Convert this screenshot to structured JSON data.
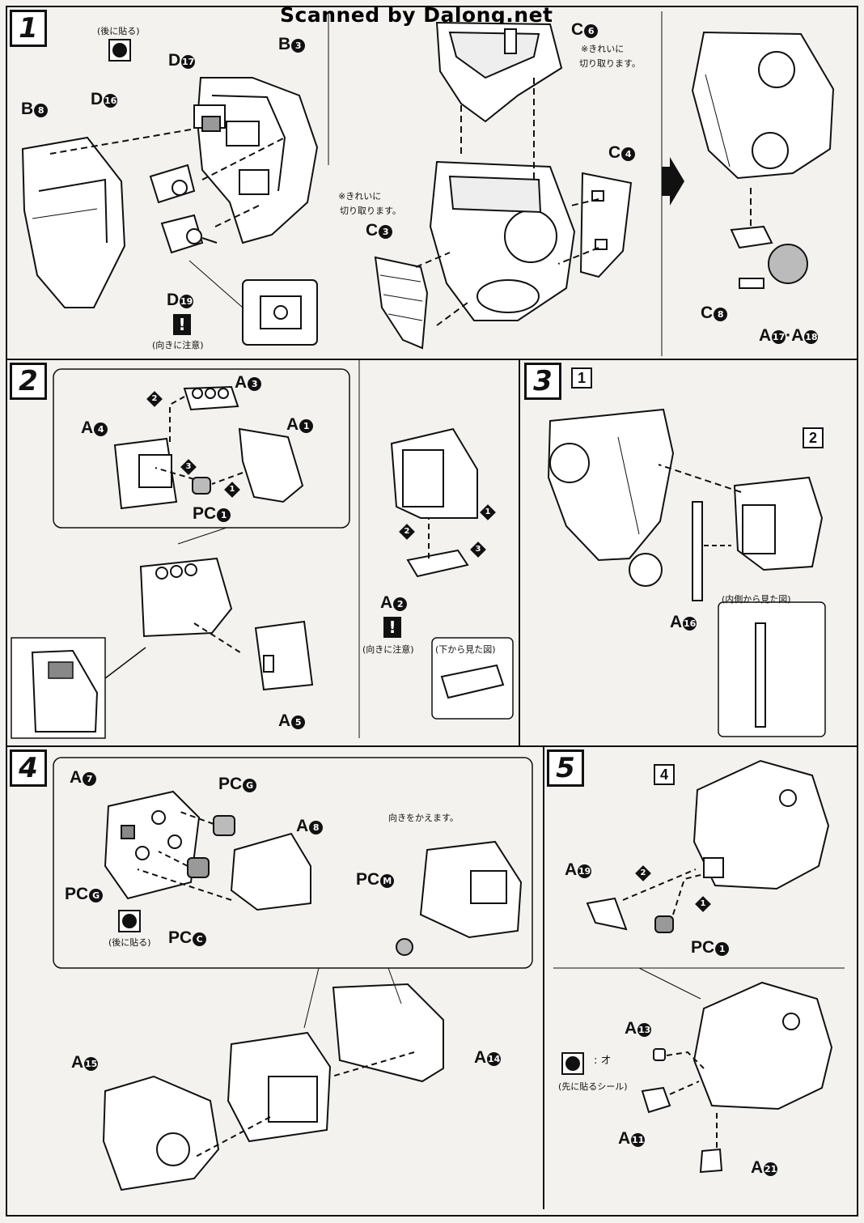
{
  "watermark": "Scanned by Dalong.net",
  "steps": {
    "s1": "1",
    "s2": "2",
    "s3": "3",
    "s4": "4",
    "s5": "5"
  },
  "step1": {
    "b3": "B",
    "b3n": "3",
    "b8": "B",
    "b8n": "8",
    "d16": "D",
    "d16n": "16",
    "d17": "D",
    "d17n": "17",
    "d19": "D",
    "d19n": "19",
    "c6": "C",
    "c6n": "6",
    "c3": "C",
    "c3n": "3",
    "c4": "C",
    "c4n": "4",
    "c8": "C",
    "c8n": "8",
    "a17a18": "A",
    "a17n": "17",
    "a18n": "18",
    "note_cut_1a": "※きれいに",
    "note_cut_1b": "切り取ります。",
    "note_cut_2a": "※きれいに",
    "note_cut_2b": "切り取ります。",
    "note_paint": "(後に貼る)",
    "note_direction": "(向きに注意)"
  },
  "step2": {
    "a3": "A",
    "a3n": "3",
    "a4": "A",
    "a4n": "4",
    "a1": "A",
    "a1n": "1",
    "pc1": "PC",
    "pc1n": "1",
    "a2": "A",
    "a2n": "2",
    "a5": "A",
    "a5n": "5",
    "note_direction": "(向きに注意)",
    "note_bottom": "(下から見た図)",
    "order": [
      "1",
      "2",
      "3"
    ]
  },
  "step3": {
    "ref1": "1",
    "ref2": "2",
    "a16": "A",
    "a16n": "16",
    "note_inside": "(内側から見た図)"
  },
  "step4": {
    "a7": "A",
    "a7n": "7",
    "a8": "A",
    "a8n": "8",
    "pcg_top": "PC",
    "pcg_topn": "G",
    "pcg": "PC",
    "pcgn": "G",
    "pcc": "PC",
    "pccn": "C",
    "pcm": "PC",
    "pcmn": "M",
    "a14": "A",
    "a14n": "14",
    "a15": "A",
    "a15n": "15",
    "note_rotate": "向きをかえます。",
    "note_paint": "(後に貼る)"
  },
  "step5": {
    "ref4": "4",
    "a19": "A",
    "a19n": "19",
    "pc1": "PC",
    "pc1n": "1",
    "a13": "A",
    "a13n": "13",
    "a11": "A",
    "a11n": "11",
    "a21": "A",
    "a21n": "21",
    "sticker_letter": "オ",
    "note_sticker": "(先に貼るシール)"
  }
}
